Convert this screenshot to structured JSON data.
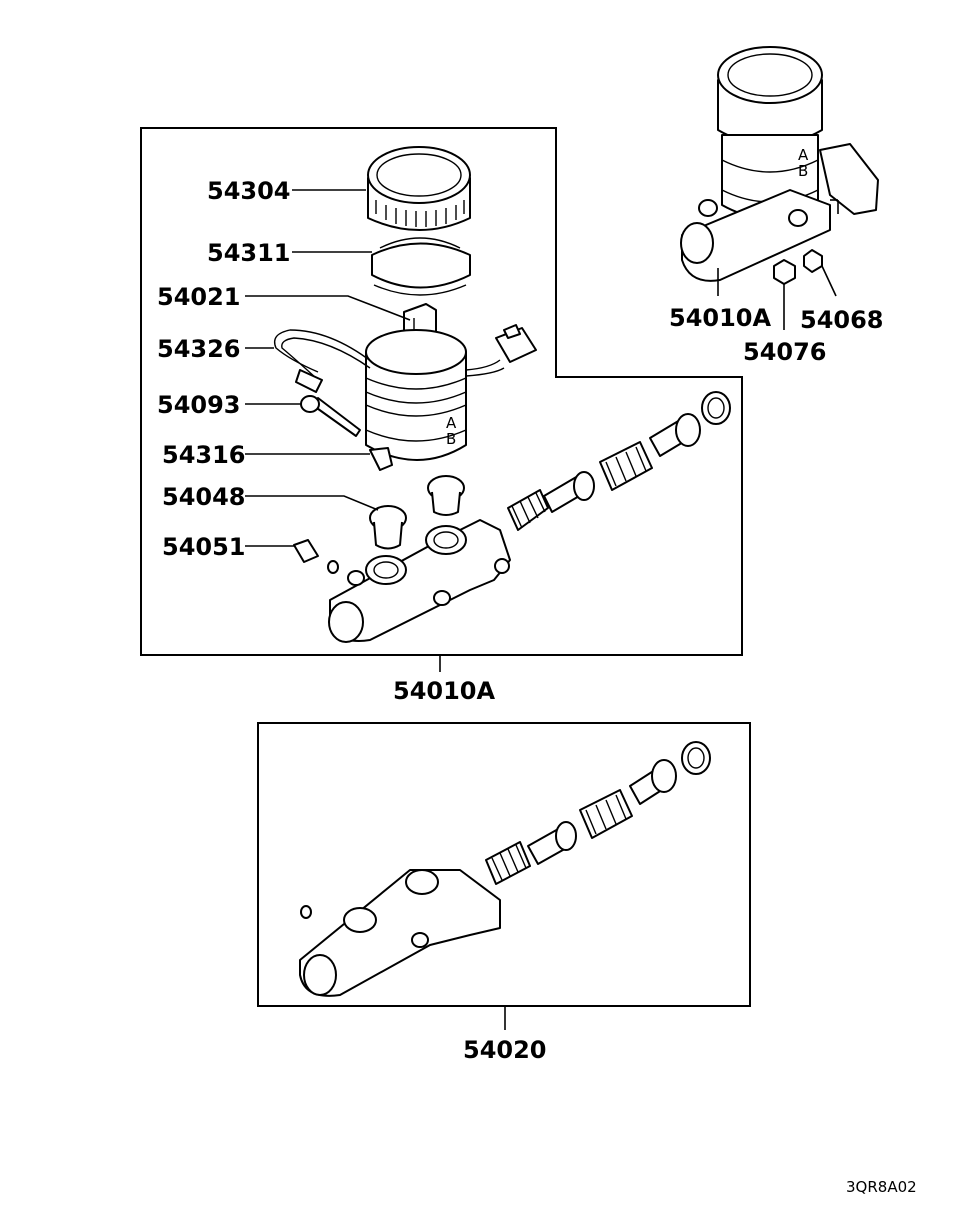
{
  "labels": {
    "reservoir_cap": "54304",
    "cap_ring": "54311",
    "float_switch": "54021",
    "switch_harness": "54326",
    "mount_bolt": "54093",
    "reservoir": "54316",
    "grommet": "54048",
    "check_valve": "54051",
    "master_cyl_assy_inset": "54010A",
    "nut_a": "54076",
    "nut_b": "54068",
    "master_cyl_assy": "54010A",
    "piston_kit": "54020"
  },
  "reservoir_marks": [
    "A",
    "B"
  ],
  "drawing_code": "3QR8A02"
}
